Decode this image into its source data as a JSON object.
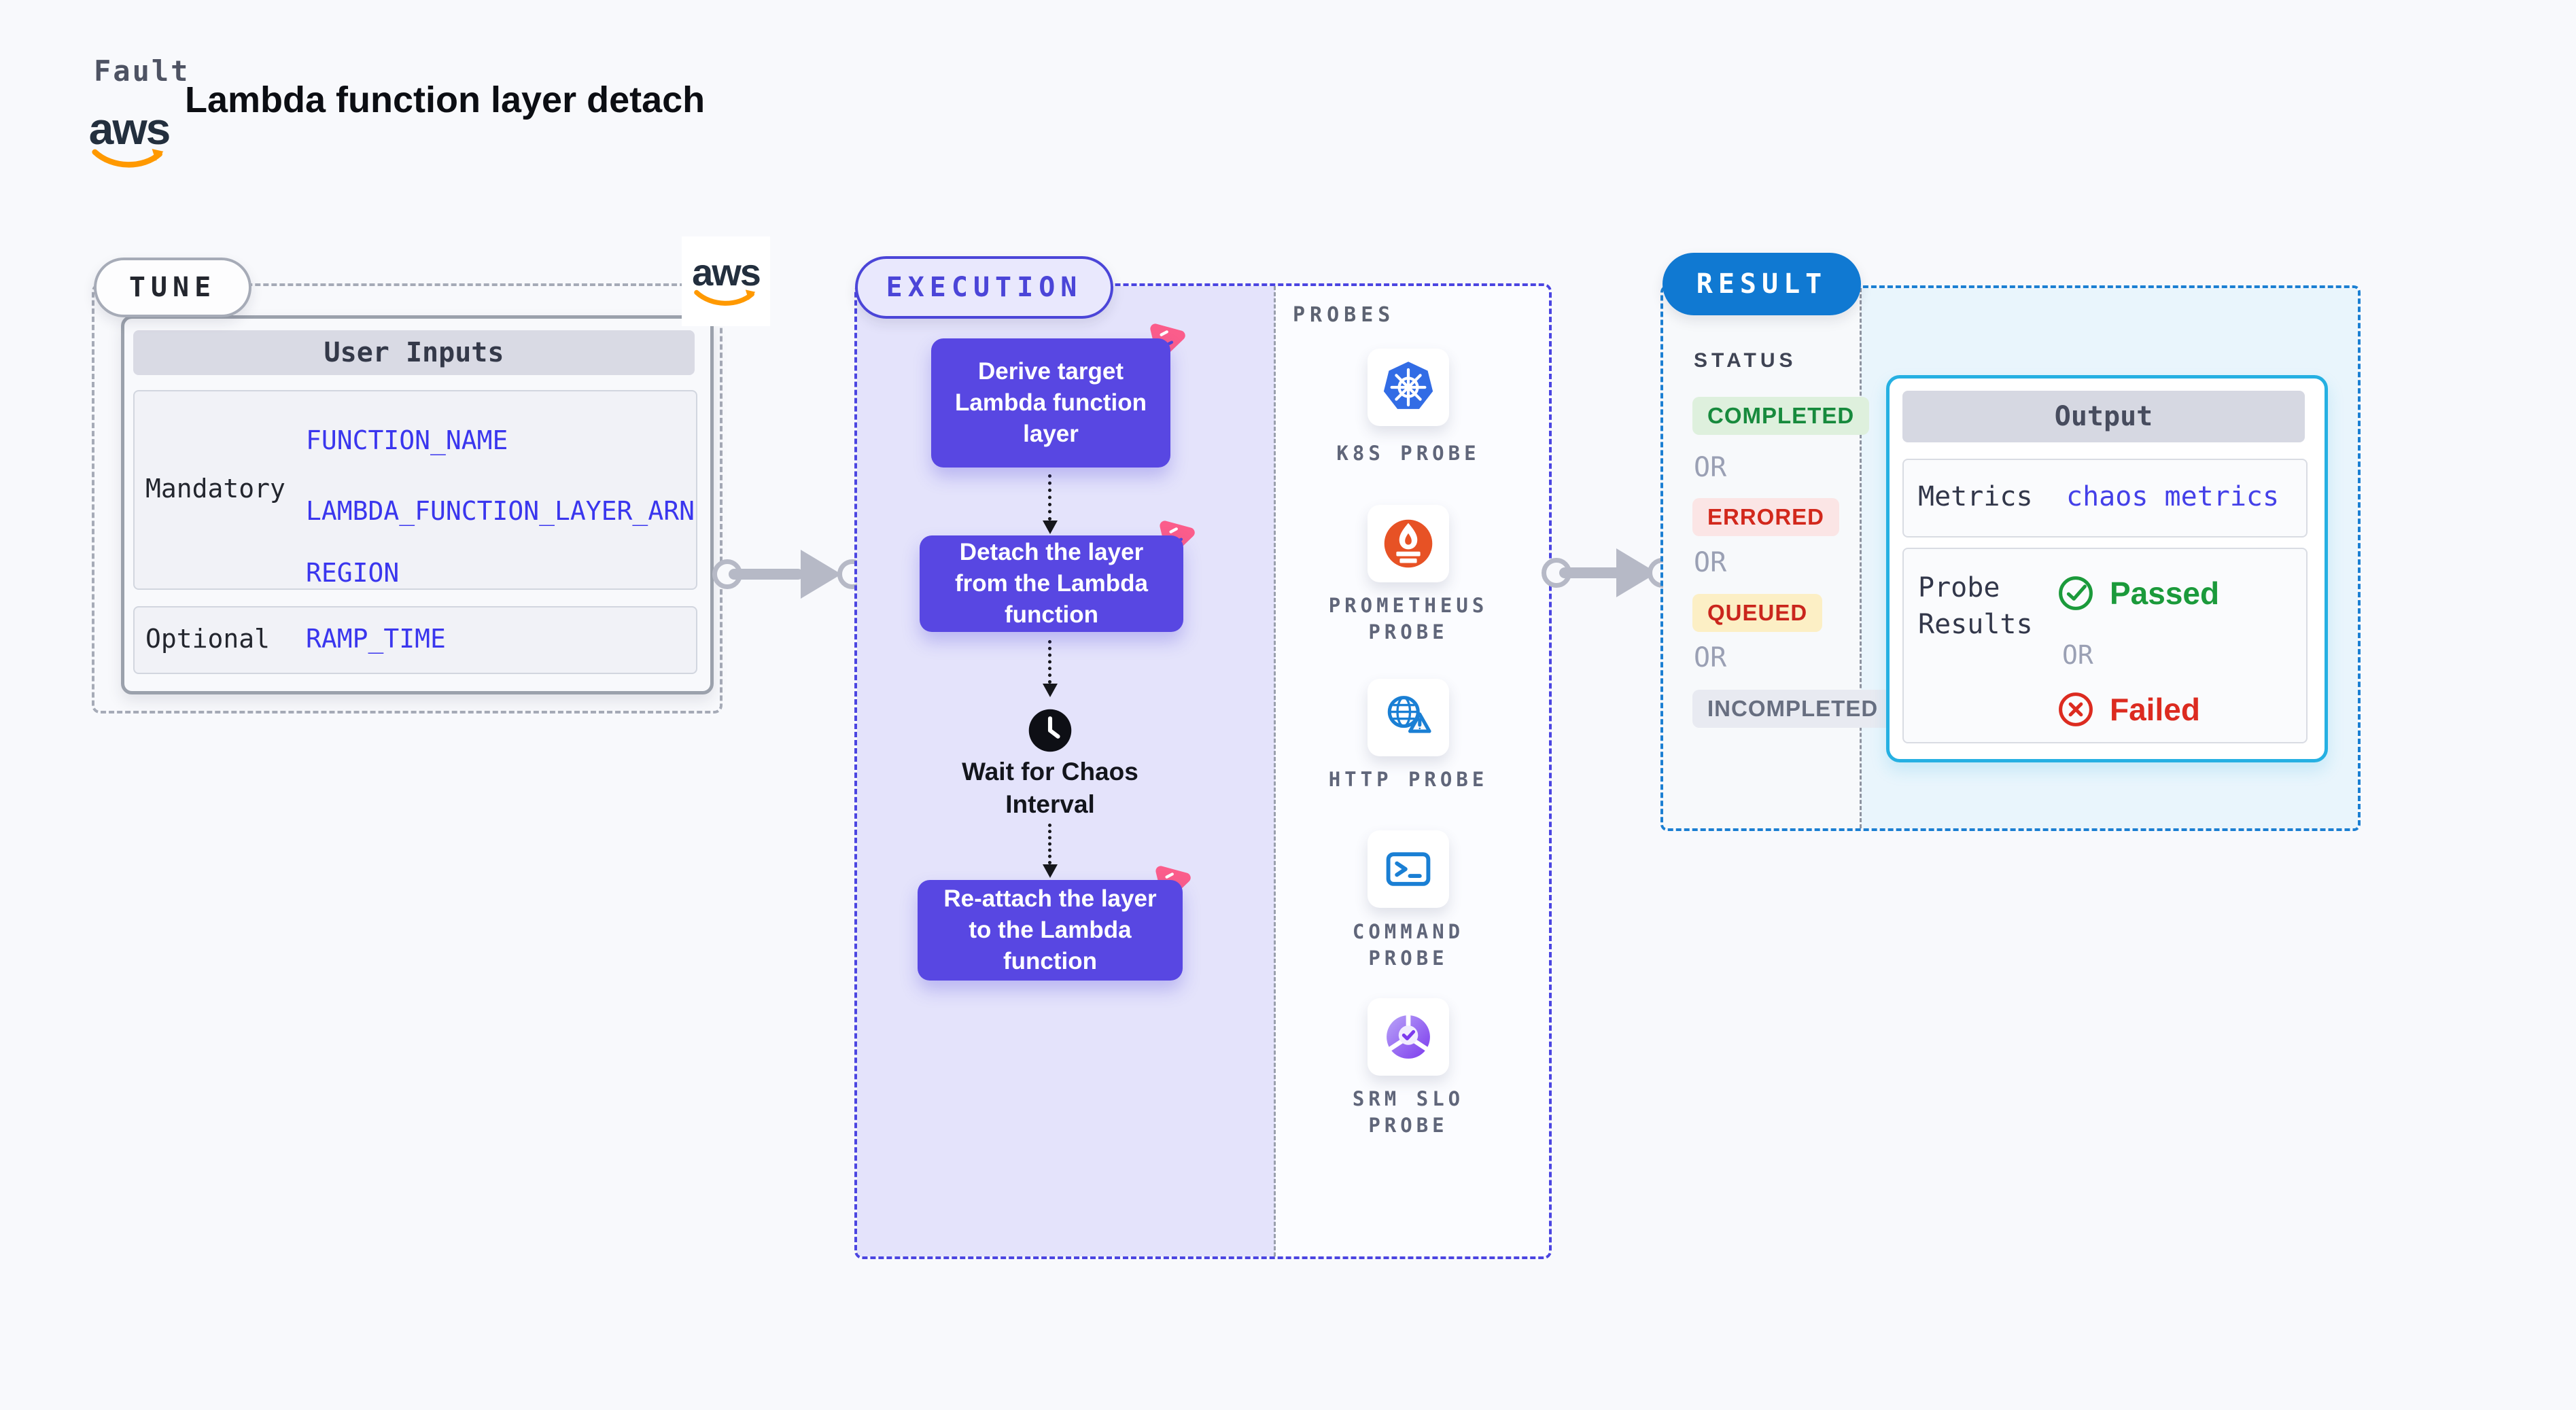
{
  "header": {
    "eyebrow": "Fault",
    "title": "Lambda function layer detach",
    "aws_word": "aws"
  },
  "tune": {
    "pill": "TUNE",
    "aws_word": "aws",
    "table": {
      "header": "User Inputs",
      "mandatory_label": "Mandatory",
      "mandatory_values": [
        "FUNCTION_NAME",
        "LAMBDA_FUNCTION_LAYER_ARN",
        "REGION"
      ],
      "optional_label": "Optional",
      "optional_values": [
        "RAMP_TIME"
      ]
    }
  },
  "execution": {
    "pill": "EXECUTION",
    "steps": [
      "Derive target Lambda function layer",
      "Detach the layer from the Lambda function",
      "Re-attach the layer to the Lambda function"
    ],
    "wait_label": "Wait for Chaos Interval",
    "probes": {
      "label": "PROBES",
      "items": [
        {
          "name": "K8S PROBE",
          "icon": "kubernetes-icon"
        },
        {
          "name": "PROMETHEUS PROBE",
          "icon": "prometheus-icon"
        },
        {
          "name": "HTTP PROBE",
          "icon": "http-globe-icon"
        },
        {
          "name": "COMMAND PROBE",
          "icon": "terminal-icon"
        },
        {
          "name": "SRM SLO PROBE",
          "icon": "srm-slo-icon"
        }
      ]
    }
  },
  "result": {
    "pill": "RESULT",
    "status": {
      "label": "STATUS",
      "or": "OR",
      "badges": [
        {
          "text": "COMPLETED",
          "fg": "#178a3d",
          "bg": "#def0dd"
        },
        {
          "text": "ERRORED",
          "fg": "#d2281c",
          "bg": "#fbe5e5"
        },
        {
          "text": "QUEUED",
          "fg": "#ca261d",
          "bg": "#fcefc5"
        },
        {
          "text": "INCOMPLETED",
          "fg": "#676e80",
          "bg": "#e8eaf1"
        }
      ]
    },
    "output": {
      "header": "Output",
      "metrics_label": "Metrics",
      "metrics_value": "chaos metrics",
      "probe_results_label": "Probe Results",
      "passed": "Passed",
      "or": "OR",
      "failed": "Failed"
    }
  },
  "colors": {
    "page_bg": "#f8f9fc",
    "accent_indigo": "#4b45d8",
    "step_purple": "#5847e2",
    "execution_fill": "#e4e3fb",
    "result_blue": "#1079d2",
    "result_fill": "#e9f5fc",
    "cyan_border": "#25b0e2",
    "value_blue": "#3a36ee",
    "aws_orange": "#ff9900",
    "chaos_pink": "#fb5d8b",
    "passed_green": "#1b9a3b",
    "failed_red": "#dc2b20",
    "arrow_gray": "#b6b9c6"
  }
}
